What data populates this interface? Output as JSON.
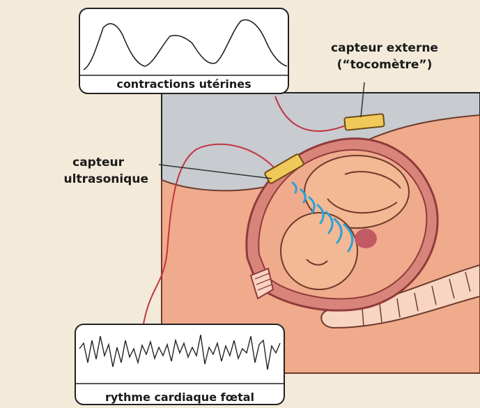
{
  "labels": {
    "external_sensor_line1": "capteur externe",
    "external_sensor_line2": "(“tocomètre”)",
    "ultrasound_sensor_line1": "capteur",
    "ultrasound_sensor_line2": "ultrasonique",
    "contractions_title": "contractions utérines",
    "heart_rate_title": "rythme cardiaque fœtal"
  },
  "colors": {
    "background": "#f3ead9",
    "panel": "#c8cbd0",
    "skin": "#efab8c",
    "uterus_wall": "#d9847b",
    "uterus_outline": "#8f3b3b",
    "cable": "#c2343f",
    "sensor": "#f1c95a",
    "waves": "#2aa2d8",
    "spine": "#f7d5c2"
  }
}
